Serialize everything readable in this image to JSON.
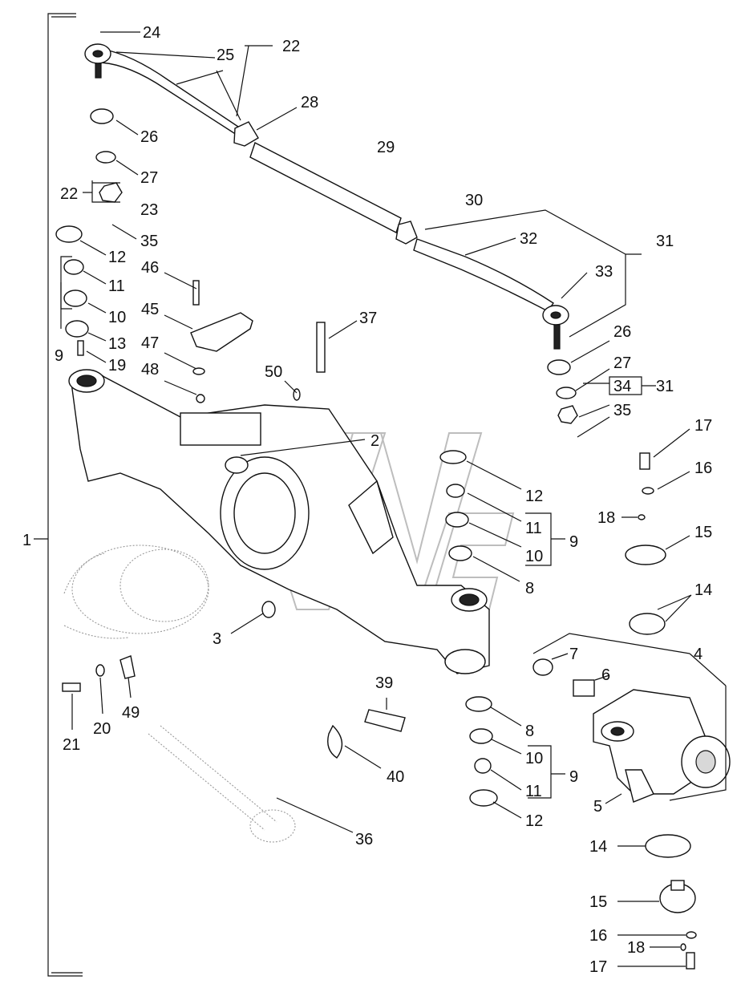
{
  "diagram": {
    "labels": {
      "p1": "1",
      "p2": "2",
      "p3": "3",
      "p4": "4",
      "p5": "5",
      "p6": "6",
      "p7": "7",
      "p8a": "8",
      "p8b": "8",
      "p9a": "9",
      "p9b": "9",
      "p9c": "9",
      "p10a": "10",
      "p10b": "10",
      "p10c": "10",
      "p11a": "11",
      "p11b": "11",
      "p11c": "11",
      "p12a": "12",
      "p12b": "12",
      "p12c": "12",
      "p13": "13",
      "p14a": "14",
      "p14b": "14",
      "p15a": "15",
      "p15b": "15",
      "p16a": "16",
      "p16b": "16",
      "p17a": "17",
      "p17b": "17",
      "p18a": "18",
      "p18b": "18",
      "p19": "19",
      "p20": "20",
      "p21": "21",
      "p22a": "22",
      "p22b": "22",
      "p23": "23",
      "p24": "24",
      "p25": "25",
      "p26a": "26",
      "p26b": "26",
      "p27a": "27",
      "p27b": "27",
      "p28": "28",
      "p29": "29",
      "p30": "30",
      "p31a": "31",
      "p31b": "31",
      "p32": "32",
      "p33": "33",
      "p34": "34",
      "p35a": "35",
      "p35b": "35",
      "p36": "36",
      "p37": "37",
      "p39": "39",
      "p40": "40",
      "p45": "45",
      "p46": "46",
      "p47": "47",
      "p48": "48",
      "p49": "49",
      "p50": "50"
    }
  }
}
